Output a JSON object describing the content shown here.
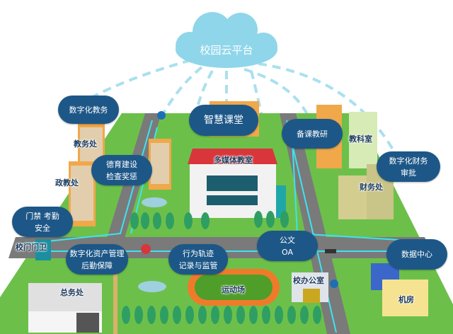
{
  "cloud": {
    "title": "校园云平台"
  },
  "bubbles": {
    "jiaowu": "数字化教务",
    "ketang": "智慧课堂",
    "beike": "备课教研",
    "deyu_1": "德育建设",
    "deyu_2": "检查奖惩",
    "caiwu_1": "数字化财务",
    "caiwu_2": "审批",
    "menjin_1": "门禁 考勤",
    "menjin_2": "安全",
    "gongwen_1": "公文",
    "gongwen_2": "OA",
    "shuju": "数据中心",
    "zichan_1": "数字化资产管理",
    "zichan_2": "后勤保障",
    "xingwei_1": "行为轨迹",
    "xingwei_2": "记录与监管"
  },
  "buildings": {
    "jiaowuchu": "教务处",
    "zhengjiaochu": "政教处",
    "xiaomen": "校门门卫",
    "zongwuchu": "总务处",
    "duomeiti": "多媒体教室",
    "jiaokeshi": "教科室",
    "caiwuchu": "财务处",
    "yundongchang": "运动场",
    "xiaoban": "校办公室",
    "jifang": "机房"
  },
  "colors": {
    "bubble": "#1d5787",
    "ground": "#6cc04a",
    "road": "#7a7a7a",
    "circuit": "#3de3f0",
    "cloud": "#8fd6ea"
  }
}
